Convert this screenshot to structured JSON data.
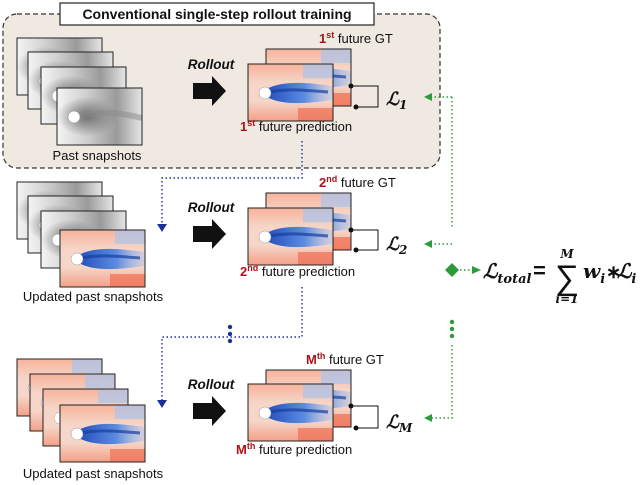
{
  "title": "Conventional single-step rollout training",
  "rollout_label": "Rollout",
  "rows": [
    {
      "inputs_label": "Past snapshots",
      "gt_ordinal": "1",
      "gt_sup": "st",
      "gt_text": " future GT",
      "pred_ordinal": "1",
      "pred_sup": "st",
      "pred_text": " future prediction",
      "loss_sub": "1"
    },
    {
      "inputs_label": "Updated past snapshots",
      "gt_ordinal": "2",
      "gt_sup": "nd",
      "gt_text": " future GT",
      "pred_ordinal": "2",
      "pred_sup": "nd",
      "pred_text": " future prediction",
      "loss_sub": "2"
    },
    {
      "inputs_label": "Updated past snapshots",
      "gt_ordinal": "M",
      "gt_sup": "th",
      "gt_text": " future GT",
      "pred_ordinal": "M",
      "pred_sup": "th",
      "pred_text": " future prediction",
      "loss_sub": "M"
    }
  ],
  "loss_symbol": "ℒ",
  "equation": {
    "lhs_sub": "total",
    "equals": "=",
    "sum_symbol": "∑",
    "upper": "M",
    "lower": "i=1",
    "weight": "w",
    "weight_sub": "i",
    "times": "∗",
    "loss_sub": "i"
  },
  "colors": {
    "red_label": "#b0121b",
    "blue_arrow": "#1f2f9a",
    "green_arrow": "#2e9a3e",
    "box_fill": "#efe9e2",
    "flow_blue": "#2d5fc4",
    "flow_red": "#e8735a"
  }
}
